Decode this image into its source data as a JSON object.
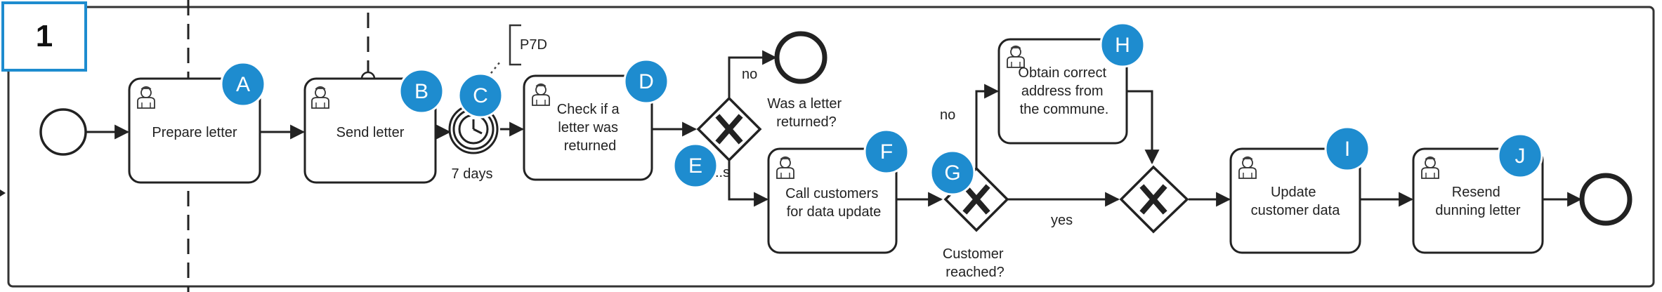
{
  "page_number": "1",
  "colors": {
    "accent": "#1E8CCF",
    "stroke": "#222222",
    "badge_text": "#ffffff"
  },
  "tasks": {
    "prepare": [
      "Prepare letter"
    ],
    "send": [
      "Send letter"
    ],
    "check": [
      "Check if a",
      "letter was",
      "returned"
    ],
    "call": [
      "Call customers",
      "for data update"
    ],
    "obtain": [
      "Obtain correct",
      "address from",
      "the commune."
    ],
    "update": [
      "Update",
      "customer data"
    ],
    "resend": [
      "Resend",
      "dunning letter"
    ]
  },
  "timer": {
    "label": "7 days",
    "annotation": "P7D"
  },
  "gateways": {
    "returned_question": [
      "Was a letter",
      "returned?"
    ],
    "reached_question": [
      "Customer",
      "reached?"
    ]
  },
  "flow_labels": {
    "no_top": "no",
    "yes_partial": "..s",
    "no_obtain": "no",
    "yes_update": "yes"
  },
  "badges": [
    "A",
    "B",
    "C",
    "D",
    "E",
    "F",
    "G",
    "H",
    "I",
    "J"
  ]
}
